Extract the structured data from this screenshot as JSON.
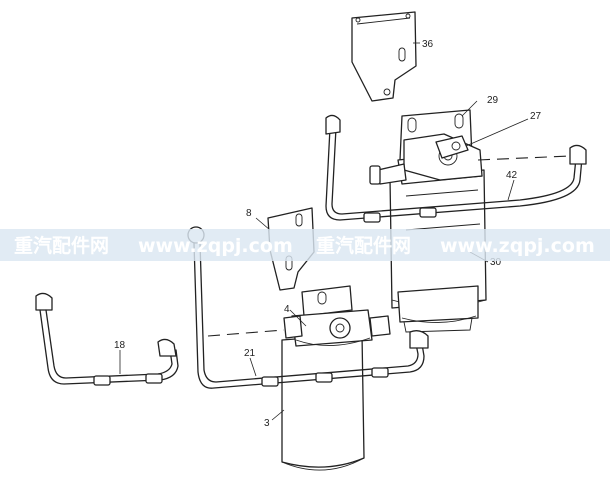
{
  "diagram": {
    "part_labels": {
      "p36": "36",
      "p29": "29",
      "p27": "27",
      "p42": "42",
      "p8": "8",
      "p30": "30",
      "p4": "4",
      "p18": "18",
      "p21": "21",
      "p3": "3"
    }
  },
  "watermark": {
    "text_1": "重汽配件网",
    "text_2": "www.zqpj.com",
    "text_3": "重汽配件网",
    "text_4": "www.zqpj.com"
  },
  "colors": {
    "line": "#222222",
    "watermark_band": "#dbe6f1",
    "watermark_text": "#ffffff"
  }
}
